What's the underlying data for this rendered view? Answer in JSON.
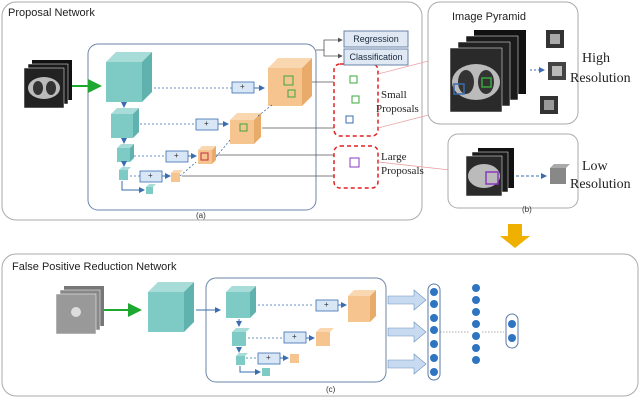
{
  "panel_a": {
    "title": "Proposal Network",
    "caption": "(a)",
    "output_boxes": [
      "Regression",
      "Classification"
    ],
    "small_proposals": [
      "Small",
      "Proposals"
    ],
    "large_proposals": [
      "Large",
      "Proposals"
    ]
  },
  "panel_b": {
    "title": "Image Pyramid",
    "caption": "(b)",
    "high_resolution": [
      "High",
      "Resolution"
    ],
    "low_resolution": [
      "Low",
      "Resolution"
    ]
  },
  "panel_c": {
    "title": "False Positive Reduction Network",
    "caption": "(c)"
  },
  "symbols": {
    "plus": "+"
  },
  "colors": {
    "teal": "#7ecbc6",
    "orange": "#f6c48e",
    "red_dashed": "#e02020",
    "panel_border": "#aaaaaa",
    "node_blue": "#2f74c0",
    "arrow_blue": "#5a8fd0",
    "down_arrow": "#f0b000",
    "green_arrow": "#1fa830"
  }
}
